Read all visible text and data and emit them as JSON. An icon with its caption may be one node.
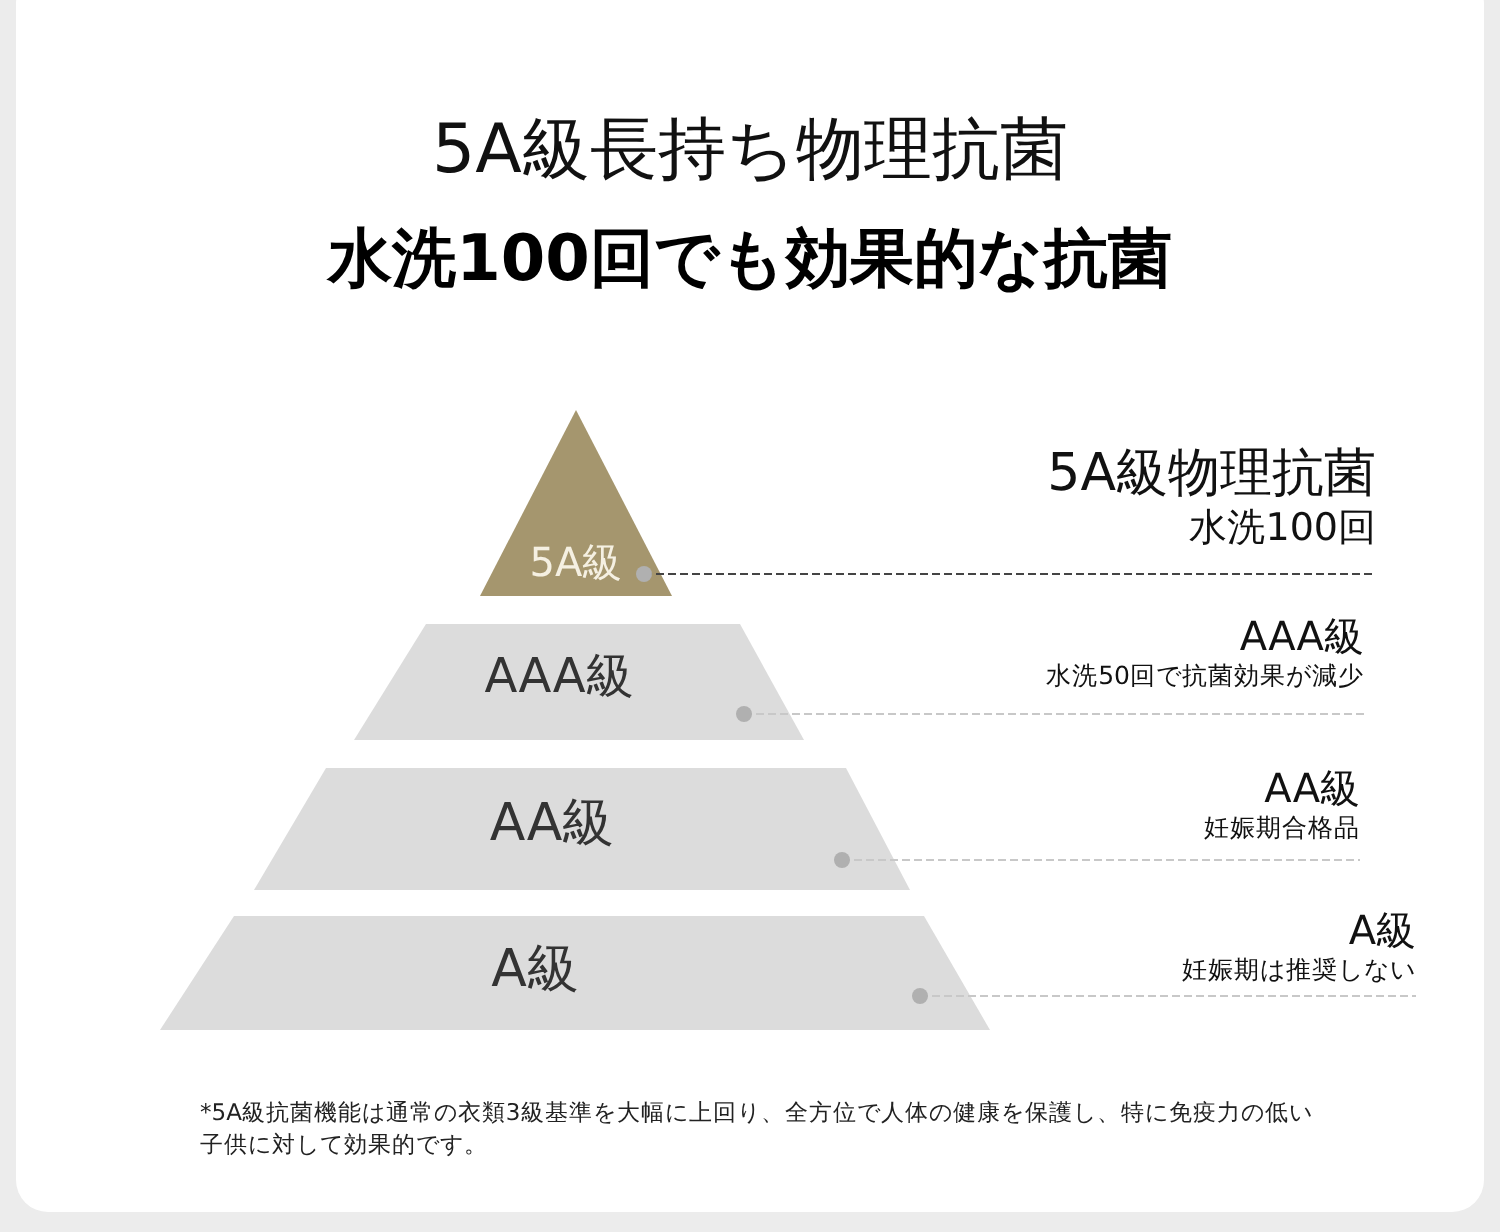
{
  "diagram": {
    "title": "5A級長持ち物理抗菌",
    "nodes": [
      {
        "text": [
          "5A級"
        ]
      },
      {
        "text": [
          "AAA級"
        ]
      },
      {
        "text": [
          "AA級"
        ]
      },
      {
        "text": [
          "A級"
        ]
      },
      {
        "text": [
          "5A級物理抗菌",
          "水洗100回"
        ]
      },
      {
        "text": [
          "AAA級",
          "水洗50回で抗菌効果が減少"
        ]
      },
      {
        "text": [
          "AA級",
          "妊娠期合格品"
        ]
      },
      {
        "text": [
          "A級",
          "妊娠期は推奨しない"
        ]
      }
    ],
    "edges": [
      {
        "from": 0,
        "to": 4,
        "arrow": "other",
        "style": "dashed",
        "color": "#444444"
      },
      {
        "from": 1,
        "to": 5,
        "arrow": "other",
        "style": "dashed"
      },
      {
        "from": 2,
        "to": 6,
        "arrow": "other",
        "style": "dashed"
      },
      {
        "from": 3,
        "to": 7,
        "arrow": "other",
        "style": "dashed"
      }
    ],
    "labels": [
      "水洗100回でも効果的な抗菌",
      "*5A級抗菌機能は通常の衣類3級基準を大幅に上回り、全方位で人体の健康を保護し、特に免疫力の低い子供に対して効果的です。"
    ]
  }
}
